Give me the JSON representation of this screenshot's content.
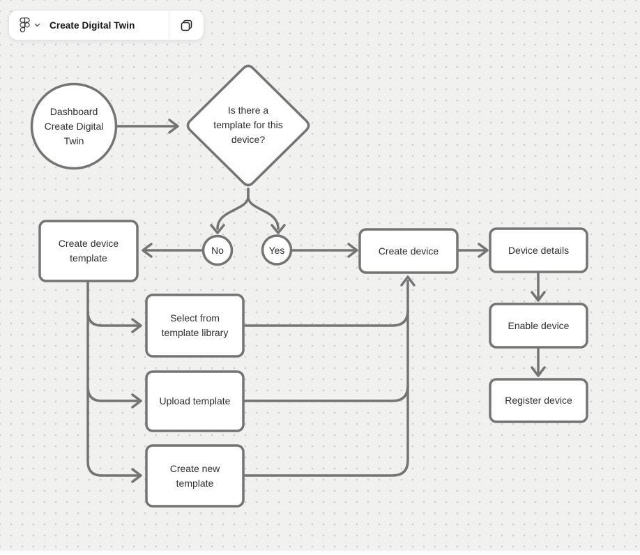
{
  "toolbar": {
    "title": "Create Digital Twin",
    "app_icon": "figma-logo",
    "dropdown_icon": "chevron-down",
    "copy_icon": "copy"
  },
  "colors": {
    "canvas_bg": "#f1f1f0",
    "grid_dot": "#cfcfcd",
    "shape_stroke": "#747474",
    "shape_fill": "#ffffff",
    "text": "#2e2e2e"
  },
  "flowchart": {
    "nodes": {
      "start": {
        "shape": "circle",
        "label": "Dashboard Create Digital Twin"
      },
      "decision": {
        "shape": "diamond",
        "label": "Is there a template for this device?"
      },
      "no": {
        "shape": "small-circle",
        "label": "No"
      },
      "yes": {
        "shape": "small-circle",
        "label": "Yes"
      },
      "create_device_template": {
        "shape": "rounded-rect",
        "label": "Create device template"
      },
      "create_device": {
        "shape": "rounded-rect",
        "label": "Create device"
      },
      "device_details": {
        "shape": "rounded-rect",
        "label": "Device details"
      },
      "enable_device": {
        "shape": "rounded-rect",
        "label": "Enable device"
      },
      "register_device": {
        "shape": "rounded-rect",
        "label": "Register device"
      },
      "select_from_template_library": {
        "shape": "rounded-rect",
        "label": "Select from template library"
      },
      "upload_template": {
        "shape": "rounded-rect",
        "label": "Upload template"
      },
      "create_new_template": {
        "shape": "rounded-rect",
        "label": "Create new template"
      }
    },
    "edges": [
      "start -> decision",
      "decision -> no",
      "decision -> yes",
      "no -> create_device_template",
      "yes -> create_device",
      "create_device -> device_details",
      "device_details -> enable_device",
      "enable_device -> register_device",
      "create_device_template -> select_from_template_library",
      "create_device_template -> upload_template",
      "create_device_template -> create_new_template",
      "select_from_template_library -> create_device",
      "upload_template -> create_device",
      "create_new_template -> create_device"
    ]
  }
}
